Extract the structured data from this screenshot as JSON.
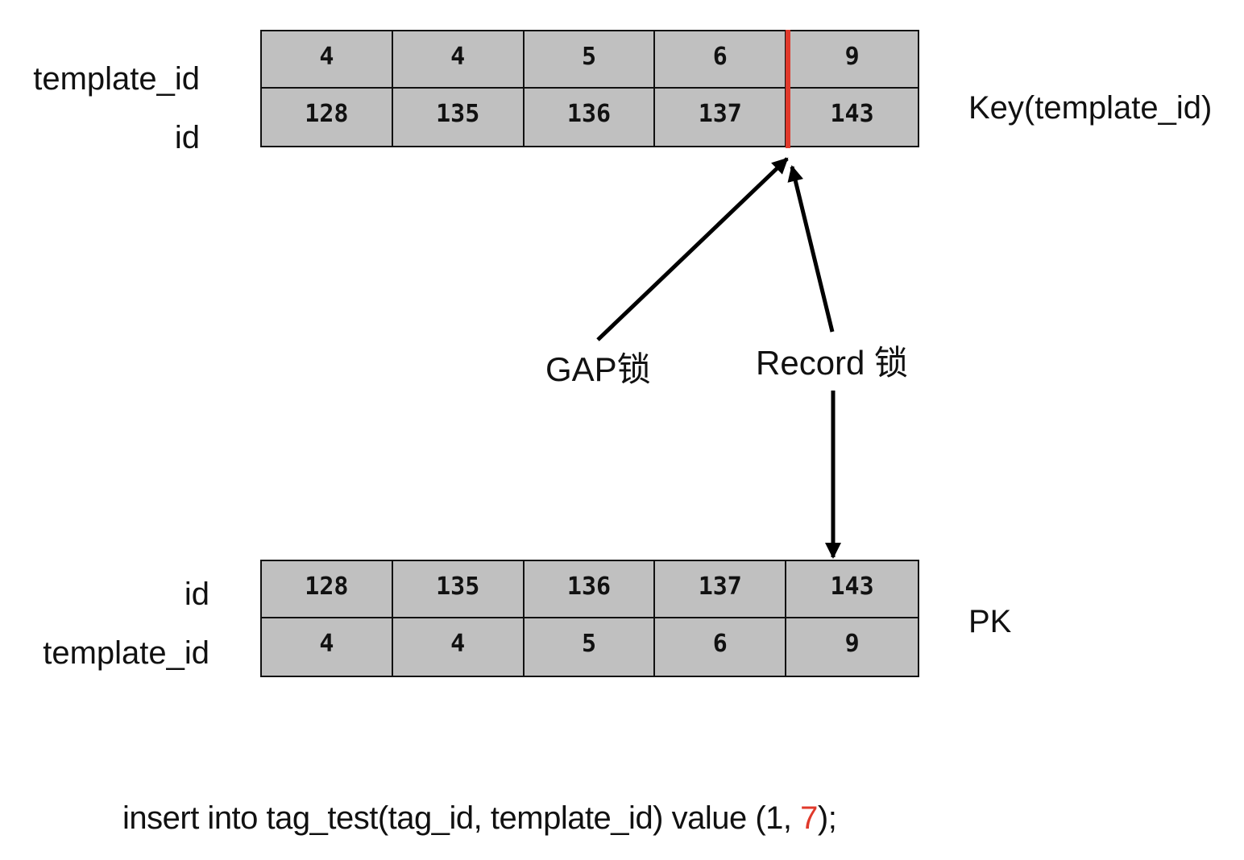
{
  "key_index": {
    "row_labels": [
      "template_id",
      "id"
    ],
    "name": "Key(template_id)",
    "rows": [
      [
        "4",
        "4",
        "5",
        "6",
        "9"
      ],
      [
        "128",
        "135",
        "136",
        "137",
        "143"
      ]
    ]
  },
  "primary_index": {
    "row_labels": [
      "id",
      "template_id"
    ],
    "name": "PK",
    "rows": [
      [
        "128",
        "135",
        "136",
        "137",
        "143"
      ],
      [
        "4",
        "4",
        "5",
        "6",
        "9"
      ]
    ]
  },
  "locks": {
    "gap": "GAP锁",
    "record": "Record 锁"
  },
  "sql": {
    "prefix": "insert into tag_test(tag_id, template_id) value (1, ",
    "highlight": "7",
    "suffix": ");"
  },
  "colors": {
    "cell_fill": "#c0c0c0",
    "gap_marker": "#e0392b",
    "highlight_text": "#e0392b",
    "arrow": "#000000"
  }
}
